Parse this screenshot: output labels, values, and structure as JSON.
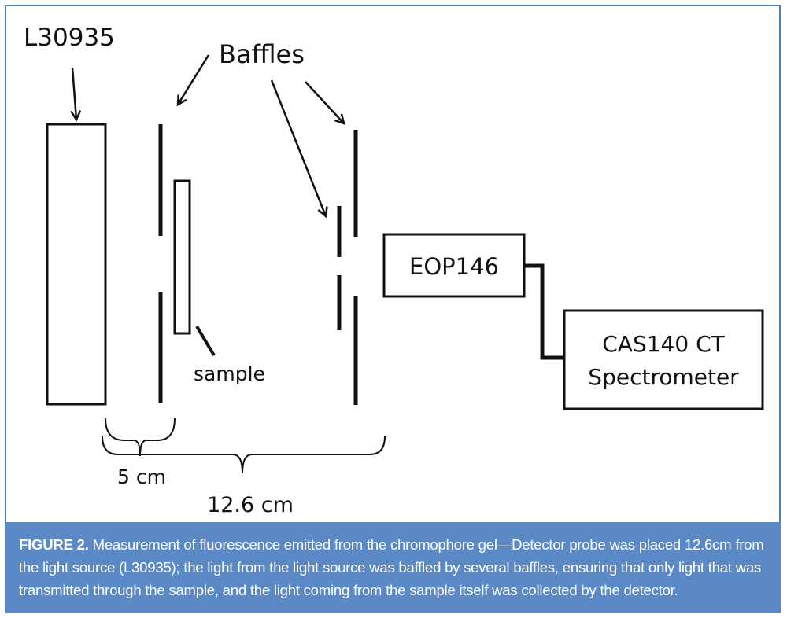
{
  "labels": {
    "source": "L30935",
    "baffles": "Baffles",
    "sample": "sample",
    "probe": "EOP146",
    "spectrometer_line1": "CAS140 CT",
    "spectrometer_line2": "Spectrometer",
    "dim_short": "5 cm",
    "dim_long": "12.6 cm"
  },
  "caption": {
    "label": "FIGURE 2.",
    "text": " Measurement of fluorescence emitted from the chromophore gel—Detector probe was placed 12.6cm from the light source (L30935); the light from the light source was baffled by several baffles, ensuring that only light that was transmitted through the sample, and the light coming from the sample itself was collected by the detector."
  },
  "colors": {
    "frame": "#4a7fc1",
    "caption_bg": "#5a89c6",
    "caption_text": "#ffffff",
    "ink": "#111111"
  }
}
